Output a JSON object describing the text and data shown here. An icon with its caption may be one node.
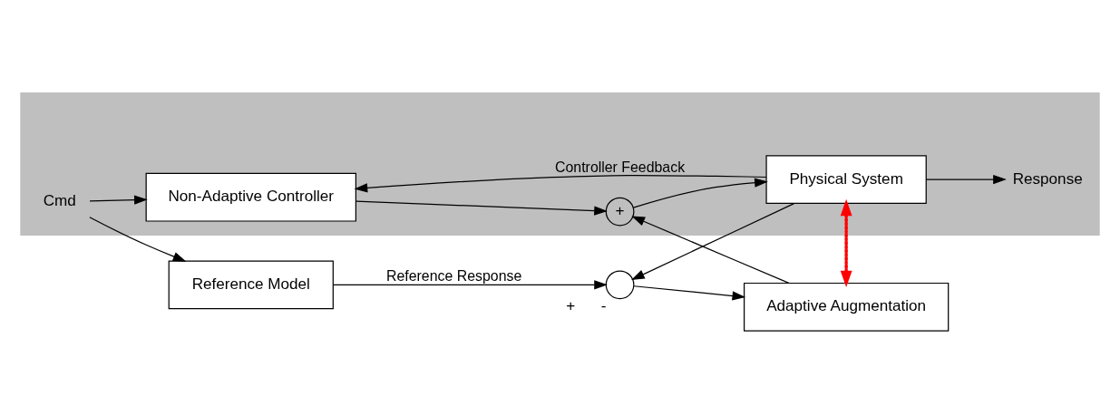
{
  "diagram": {
    "nodes": [
      {
        "text": [
          "Reference Model"
        ]
      },
      {
        "text": [],
        "shape": "circle",
        "beside": [
          "+",
          "-"
        ]
      },
      {
        "text": [
          "Adaptive Augmentation"
        ]
      },
      {
        "text": [],
        "shape": "band"
      },
      {
        "text": [
          "Cmd"
        ],
        "in": 3
      },
      {
        "text": [
          "Non-Adaptive Controller"
        ],
        "in": 3
      },
      {
        "text": [
          "+"
        ],
        "in": 3
      },
      {
        "text": [
          "Physical System"
        ],
        "in": 3
      },
      {
        "text": [
          "Response"
        ],
        "in": 3
      }
    ],
    "edges": [
      {
        "from": 4,
        "to": 0,
        "arrow": "to"
      },
      {
        "from": 4,
        "to": 5,
        "arrow": "to"
      },
      {
        "from": 0,
        "to": 1,
        "arrow": "to",
        "label": "Reference Response"
      },
      {
        "from": 7,
        "to": 1,
        "arrow": "to"
      },
      {
        "from": 1,
        "to": 2,
        "arrow": "to"
      },
      {
        "from": 7,
        "to": 2,
        "arrow": "to",
        "style": "dashed",
        "color": "#ff0000"
      },
      {
        "from": 2,
        "to": 6,
        "arrow": "to"
      },
      {
        "from": 2,
        "to": 7,
        "arrow": "to",
        "style": "dashed",
        "color": "#ff0000"
      },
      {
        "from": 5,
        "to": 6,
        "arrow": "to"
      },
      {
        "from": 6,
        "to": 7,
        "arrow": "to"
      },
      {
        "from": 7,
        "to": 8,
        "arrow": "to"
      },
      {
        "from": 7,
        "to": 5,
        "arrow": "to",
        "label": "Controller Feedback"
      }
    ]
  }
}
